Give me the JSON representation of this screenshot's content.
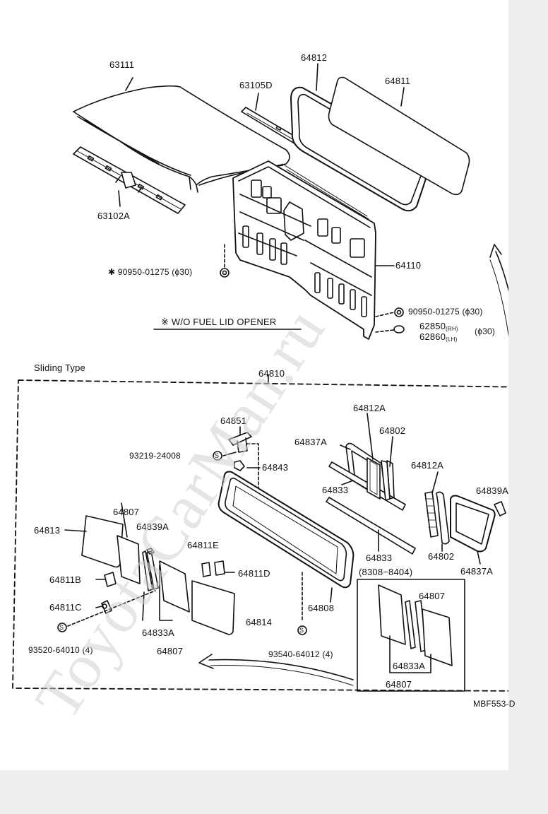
{
  "top_labels": {
    "p63111": "63111",
    "p64812": "64812",
    "p63105D": "63105D",
    "p64811": "64811",
    "p63102A": "63102A",
    "p64110": "64110",
    "clip_left": "✱ 90950-01275 (ϕ30)",
    "clip_right": "90950-01275 (ϕ30)",
    "p62850": "62850",
    "p62850_side": "(RH)",
    "p62860": "62860",
    "p62860_side": "(LH)",
    "plug_size": "(ϕ30)"
  },
  "note": {
    "mark": "※",
    "text": "W/O FUEL LID OPENER"
  },
  "section": {
    "title": "Sliding Type",
    "assembly": "64810"
  },
  "sliding_labels": {
    "p64851": "64851",
    "p93219": "93219-24008",
    "p64843": "64843",
    "p64812A_top": "64812A",
    "p64802_top": "64802",
    "p64837A_top": "64837A",
    "p64833_a": "64833",
    "p64812A_right": "64812A",
    "p64839A_right": "64839A",
    "p64807_a": "64807",
    "p64813": "64813",
    "p64839A_left": "64839A",
    "p64811E": "64811E",
    "p64833_b": "64833",
    "p64802_right": "64802",
    "p64837A_right": "64837A",
    "p8308": "(8308−8404)",
    "p64811B": "64811B",
    "p64811D": "64811D",
    "p64807_inset": "64807",
    "p64811C": "64811C",
    "p64808": "64808",
    "p64814": "64814",
    "p64833A_left": "64833A",
    "p64807_left": "64807",
    "p93520": "93520-64010 (4)",
    "p93540": "93540-64012 (4)",
    "p64833A_inset": "64833A",
    "p64807_inset_b": "64807",
    "code": "MBF553-D"
  },
  "symbols": {
    "s_mark": "S"
  },
  "watermark": "ToyotaCarMan.ru"
}
